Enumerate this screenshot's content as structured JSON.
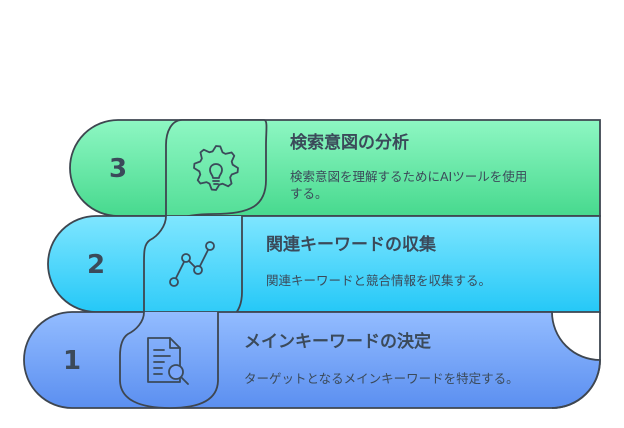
{
  "steps": [
    {
      "number": "1",
      "title": "メインキーワードの決定",
      "desc_lines": [
        "ターゲットとなるメインキーワードを特定する。"
      ],
      "icon": "document-search-icon",
      "color_top": "#93bcff",
      "color_bottom": "#5b8ff0"
    },
    {
      "number": "2",
      "title": "関連キーワードの収集",
      "desc_lines": [
        "関連キーワードと競合情報を収集する。"
      ],
      "icon": "line-chart-icon",
      "color_top": "#7fe6ff",
      "color_bottom": "#25c8f7"
    },
    {
      "number": "3",
      "title": "検索意図の分析",
      "desc_lines": [
        "検索意図を理解するためにAIツールを使用",
        "する。"
      ],
      "icon": "gear-lightbulb-icon",
      "color_top": "#8ef7c3",
      "color_bottom": "#47d98e"
    }
  ]
}
